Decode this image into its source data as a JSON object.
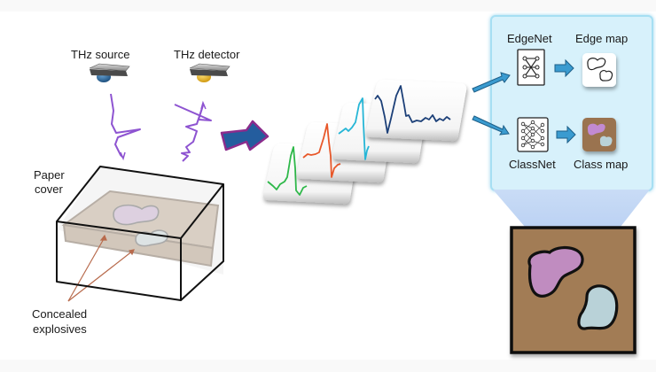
{
  "diagram": {
    "title": "THz imaging pipeline for detecting concealed explosives",
    "hardware": {
      "source_label": "THz source",
      "detector_label": "THz detector"
    },
    "sample": {
      "cover_label_line1": "Paper",
      "cover_label_line2": "cover",
      "target_label_line1": "Concealed",
      "target_label_line2": "explosives"
    },
    "waveform_cards": [
      {
        "name": "waveform-green",
        "color": "#2db84a"
      },
      {
        "name": "waveform-orange",
        "color": "#e8592c"
      },
      {
        "name": "waveform-cyan",
        "color": "#27b6d6"
      },
      {
        "name": "waveform-navy",
        "color": "#1d3f78"
      }
    ],
    "networks": {
      "edgenet_label": "EdgeNet",
      "edgemap_label": "Edge map",
      "classnet_label": "ClassNet",
      "classmap_label": "Class map"
    },
    "colors": {
      "wave_purple": "#8e54d1",
      "big_arrow_fill": "#245d9e",
      "big_arrow_stroke": "#8b2c8c",
      "flow_arrow": "#3a9bd0",
      "panel_bg": "#d7f1fb",
      "panel_border": "#a6dff3",
      "soil_brown": "#a27b55",
      "explosive_purple": "#c08cc0",
      "explosive_blue": "#b9d2d8"
    }
  }
}
